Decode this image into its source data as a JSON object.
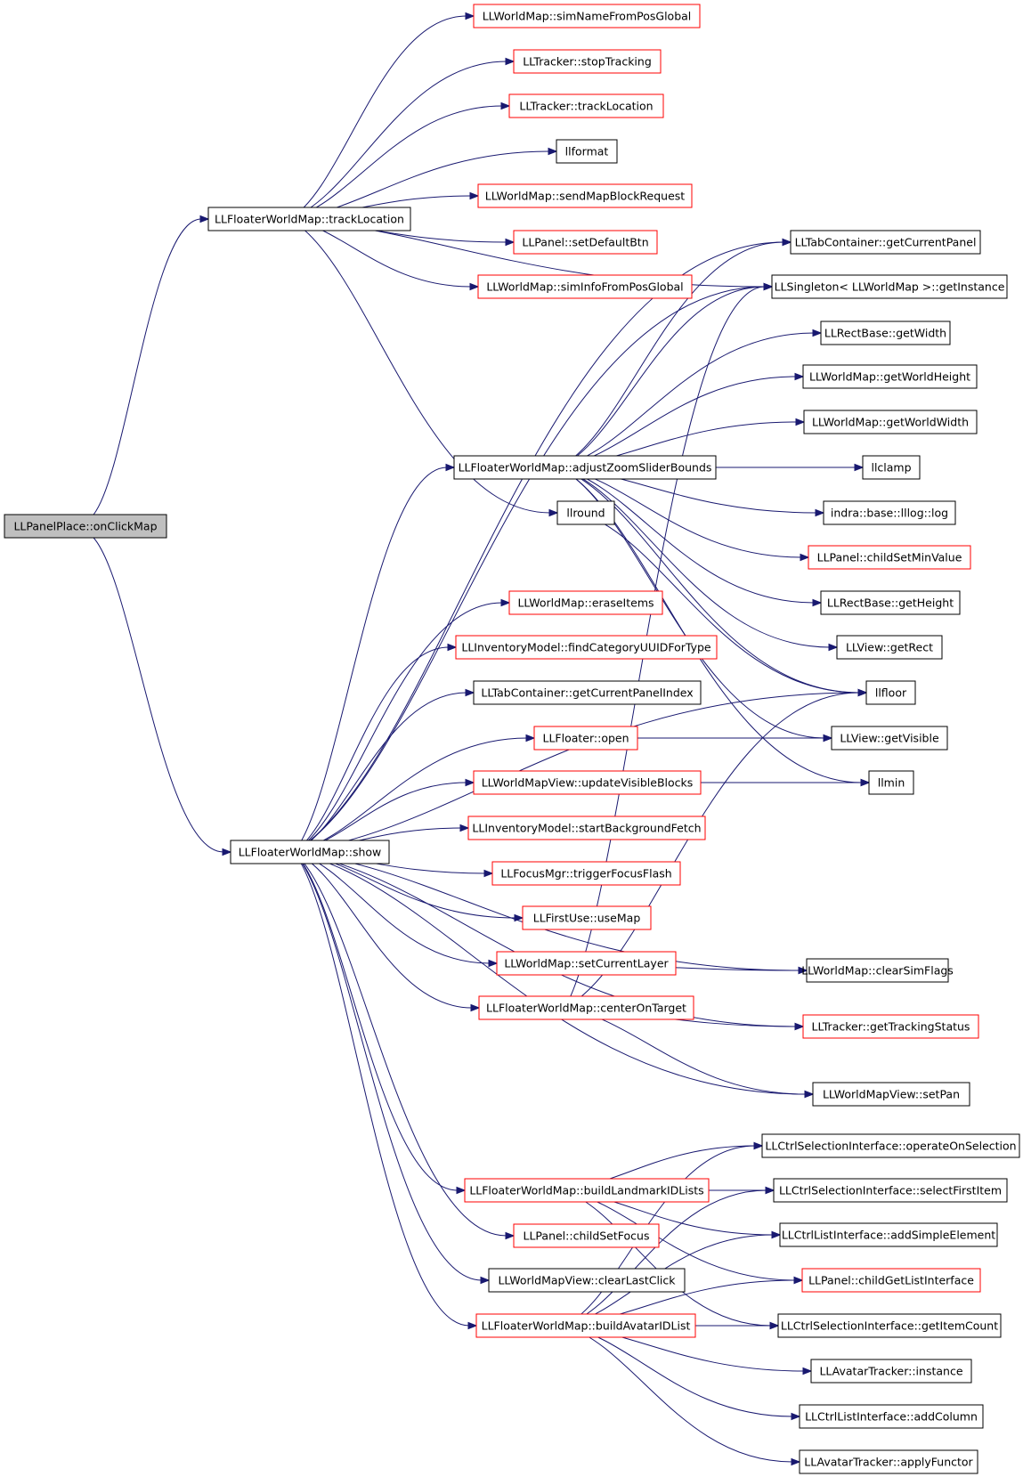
{
  "graph": {
    "root": "onClickMap",
    "nodes": [
      {
        "id": "onClickMap",
        "label": "LLPanelPlace::onClickMap",
        "style": "root"
      },
      {
        "id": "trackLocation",
        "label": "LLFloaterWorldMap::trackLocation",
        "style": "black"
      },
      {
        "id": "show",
        "label": "LLFloaterWorldMap::show",
        "style": "black"
      },
      {
        "id": "simNameFromPosGlobal",
        "label": "LLWorldMap::simNameFromPosGlobal",
        "style": "red"
      },
      {
        "id": "stopTracking",
        "label": "LLTracker::stopTracking",
        "style": "red"
      },
      {
        "id": "trackerTrackLocation",
        "label": "LLTracker::trackLocation",
        "style": "red"
      },
      {
        "id": "llformat",
        "label": "llformat",
        "style": "black"
      },
      {
        "id": "sendMapBlockRequest",
        "label": "LLWorldMap::sendMapBlockRequest",
        "style": "red"
      },
      {
        "id": "setDefaultBtn",
        "label": "LLPanel::setDefaultBtn",
        "style": "red"
      },
      {
        "id": "simInfoFromPosGlobal",
        "label": "LLWorldMap::simInfoFromPosGlobal",
        "style": "red"
      },
      {
        "id": "getCurrentPanel",
        "label": "LLTabContainer::getCurrentPanel",
        "style": "black"
      },
      {
        "id": "getInstance",
        "label": "LLSingleton< LLWorldMap >::getInstance",
        "style": "black"
      },
      {
        "id": "getWidth",
        "label": "LLRectBase::getWidth",
        "style": "black"
      },
      {
        "id": "getWorldHeight",
        "label": "LLWorldMap::getWorldHeight",
        "style": "black"
      },
      {
        "id": "getWorldWidth",
        "label": "LLWorldMap::getWorldWidth",
        "style": "black"
      },
      {
        "id": "adjustZoomSliderBounds",
        "label": "LLFloaterWorldMap::adjustZoomSliderBounds",
        "style": "black"
      },
      {
        "id": "llclamp",
        "label": "llclamp",
        "style": "black"
      },
      {
        "id": "llround",
        "label": "llround",
        "style": "black"
      },
      {
        "id": "llog",
        "label": "indra::base::lllog::log",
        "style": "black"
      },
      {
        "id": "childSetMinValue",
        "label": "LLPanel::childSetMinValue",
        "style": "red"
      },
      {
        "id": "eraseItems",
        "label": "LLWorldMap::eraseItems",
        "style": "red"
      },
      {
        "id": "getHeight",
        "label": "LLRectBase::getHeight",
        "style": "black"
      },
      {
        "id": "findCategoryUUIDForType",
        "label": "LLInventoryModel::findCategoryUUIDForType",
        "style": "red"
      },
      {
        "id": "getRect",
        "label": "LLView::getRect",
        "style": "black"
      },
      {
        "id": "getCurrentPanelIndex",
        "label": "LLTabContainer::getCurrentPanelIndex",
        "style": "black"
      },
      {
        "id": "llfloor",
        "label": "llfloor",
        "style": "black"
      },
      {
        "id": "floaterOpen",
        "label": "LLFloater::open",
        "style": "red"
      },
      {
        "id": "getVisible",
        "label": "LLView::getVisible",
        "style": "black"
      },
      {
        "id": "updateVisibleBlocks",
        "label": "LLWorldMapView::updateVisibleBlocks",
        "style": "red"
      },
      {
        "id": "llmin",
        "label": "llmin",
        "style": "black"
      },
      {
        "id": "startBackgroundFetch",
        "label": "LLInventoryModel::startBackgroundFetch",
        "style": "red"
      },
      {
        "id": "triggerFocusFlash",
        "label": "LLFocusMgr::triggerFocusFlash",
        "style": "red"
      },
      {
        "id": "useMap",
        "label": "LLFirstUse::useMap",
        "style": "red"
      },
      {
        "id": "setCurrentLayer",
        "label": "LLWorldMap::setCurrentLayer",
        "style": "red"
      },
      {
        "id": "clearSimFlags",
        "label": "LLWorldMap::clearSimFlags",
        "style": "black"
      },
      {
        "id": "centerOnTarget",
        "label": "LLFloaterWorldMap::centerOnTarget",
        "style": "red"
      },
      {
        "id": "getTrackingStatus",
        "label": "LLTracker::getTrackingStatus",
        "style": "red"
      },
      {
        "id": "setPan",
        "label": "LLWorldMapView::setPan",
        "style": "black"
      },
      {
        "id": "operateOnSelection",
        "label": "LLCtrlSelectionInterface::operateOnSelection",
        "style": "black"
      },
      {
        "id": "buildLandmarkIDLists",
        "label": "LLFloaterWorldMap::buildLandmarkIDLists",
        "style": "red"
      },
      {
        "id": "selectFirstItem",
        "label": "LLCtrlSelectionInterface::selectFirstItem",
        "style": "black"
      },
      {
        "id": "addSimpleElement",
        "label": "LLCtrlListInterface::addSimpleElement",
        "style": "black"
      },
      {
        "id": "childSetFocus",
        "label": "LLPanel::childSetFocus",
        "style": "red"
      },
      {
        "id": "childGetListInterface",
        "label": "LLPanel::childGetListInterface",
        "style": "red"
      },
      {
        "id": "clearLastClick",
        "label": "LLWorldMapView::clearLastClick",
        "style": "black"
      },
      {
        "id": "buildAvatarIDList",
        "label": "LLFloaterWorldMap::buildAvatarIDList",
        "style": "red"
      },
      {
        "id": "getItemCount",
        "label": "LLCtrlSelectionInterface::getItemCount",
        "style": "black"
      },
      {
        "id": "avatarTrackerInstance",
        "label": "LLAvatarTracker::instance",
        "style": "black"
      },
      {
        "id": "addColumn",
        "label": "LLCtrlListInterface::addColumn",
        "style": "black"
      },
      {
        "id": "applyFunctor",
        "label": "LLAvatarTracker::applyFunctor",
        "style": "black"
      }
    ],
    "edges": [
      [
        "onClickMap",
        "trackLocation"
      ],
      [
        "onClickMap",
        "show"
      ],
      [
        "trackLocation",
        "simNameFromPosGlobal"
      ],
      [
        "trackLocation",
        "stopTracking"
      ],
      [
        "trackLocation",
        "trackerTrackLocation"
      ],
      [
        "trackLocation",
        "llformat"
      ],
      [
        "trackLocation",
        "sendMapBlockRequest"
      ],
      [
        "trackLocation",
        "setDefaultBtn"
      ],
      [
        "trackLocation",
        "simInfoFromPosGlobal"
      ],
      [
        "trackLocation",
        "getInstance"
      ],
      [
        "trackLocation",
        "llround"
      ],
      [
        "show",
        "getCurrentPanel"
      ],
      [
        "show",
        "getInstance"
      ],
      [
        "show",
        "adjustZoomSliderBounds"
      ],
      [
        "show",
        "eraseItems"
      ],
      [
        "show",
        "findCategoryUUIDForType"
      ],
      [
        "show",
        "getCurrentPanelIndex"
      ],
      [
        "show",
        "floaterOpen"
      ],
      [
        "show",
        "updateVisibleBlocks"
      ],
      [
        "show",
        "startBackgroundFetch"
      ],
      [
        "show",
        "triggerFocusFlash"
      ],
      [
        "show",
        "useMap"
      ],
      [
        "show",
        "setCurrentLayer"
      ],
      [
        "show",
        "centerOnTarget"
      ],
      [
        "show",
        "clearSimFlags"
      ],
      [
        "show",
        "getTrackingStatus"
      ],
      [
        "show",
        "setPan"
      ],
      [
        "show",
        "buildLandmarkIDLists"
      ],
      [
        "show",
        "childSetFocus"
      ],
      [
        "show",
        "clearLastClick"
      ],
      [
        "show",
        "buildAvatarIDList"
      ],
      [
        "show",
        "llfloor"
      ],
      [
        "adjustZoomSliderBounds",
        "getCurrentPanel"
      ],
      [
        "adjustZoomSliderBounds",
        "getInstance"
      ],
      [
        "adjustZoomSliderBounds",
        "getWidth"
      ],
      [
        "adjustZoomSliderBounds",
        "getWorldHeight"
      ],
      [
        "adjustZoomSliderBounds",
        "getWorldWidth"
      ],
      [
        "adjustZoomSliderBounds",
        "llclamp"
      ],
      [
        "adjustZoomSliderBounds",
        "llog"
      ],
      [
        "adjustZoomSliderBounds",
        "childSetMinValue"
      ],
      [
        "adjustZoomSliderBounds",
        "getHeight"
      ],
      [
        "adjustZoomSliderBounds",
        "getRect"
      ],
      [
        "adjustZoomSliderBounds",
        "llfloor"
      ],
      [
        "adjustZoomSliderBounds",
        "getVisible"
      ],
      [
        "adjustZoomSliderBounds",
        "llmin"
      ],
      [
        "llround",
        "llfloor"
      ],
      [
        "floaterOpen",
        "getVisible"
      ],
      [
        "updateVisibleBlocks",
        "llmin"
      ],
      [
        "setCurrentLayer",
        "clearSimFlags"
      ],
      [
        "centerOnTarget",
        "getInstance"
      ],
      [
        "centerOnTarget",
        "llfloor"
      ],
      [
        "centerOnTarget",
        "getTrackingStatus"
      ],
      [
        "centerOnTarget",
        "setPan"
      ],
      [
        "buildLandmarkIDLists",
        "operateOnSelection"
      ],
      [
        "buildLandmarkIDLists",
        "selectFirstItem"
      ],
      [
        "buildLandmarkIDLists",
        "addSimpleElement"
      ],
      [
        "buildLandmarkIDLists",
        "childGetListInterface"
      ],
      [
        "buildLandmarkIDLists",
        "getItemCount"
      ],
      [
        "buildAvatarIDList",
        "operateOnSelection"
      ],
      [
        "buildAvatarIDList",
        "selectFirstItem"
      ],
      [
        "buildAvatarIDList",
        "addSimpleElement"
      ],
      [
        "buildAvatarIDList",
        "childGetListInterface"
      ],
      [
        "buildAvatarIDList",
        "getItemCount"
      ],
      [
        "buildAvatarIDList",
        "avatarTrackerInstance"
      ],
      [
        "buildAvatarIDList",
        "addColumn"
      ],
      [
        "buildAvatarIDList",
        "applyFunctor"
      ]
    ]
  },
  "colors": {
    "edge": "#191970",
    "node_border_default": "#000000",
    "node_border_red": "#ff0000",
    "root_fill": "#bfbfbf",
    "background": "#ffffff"
  }
}
